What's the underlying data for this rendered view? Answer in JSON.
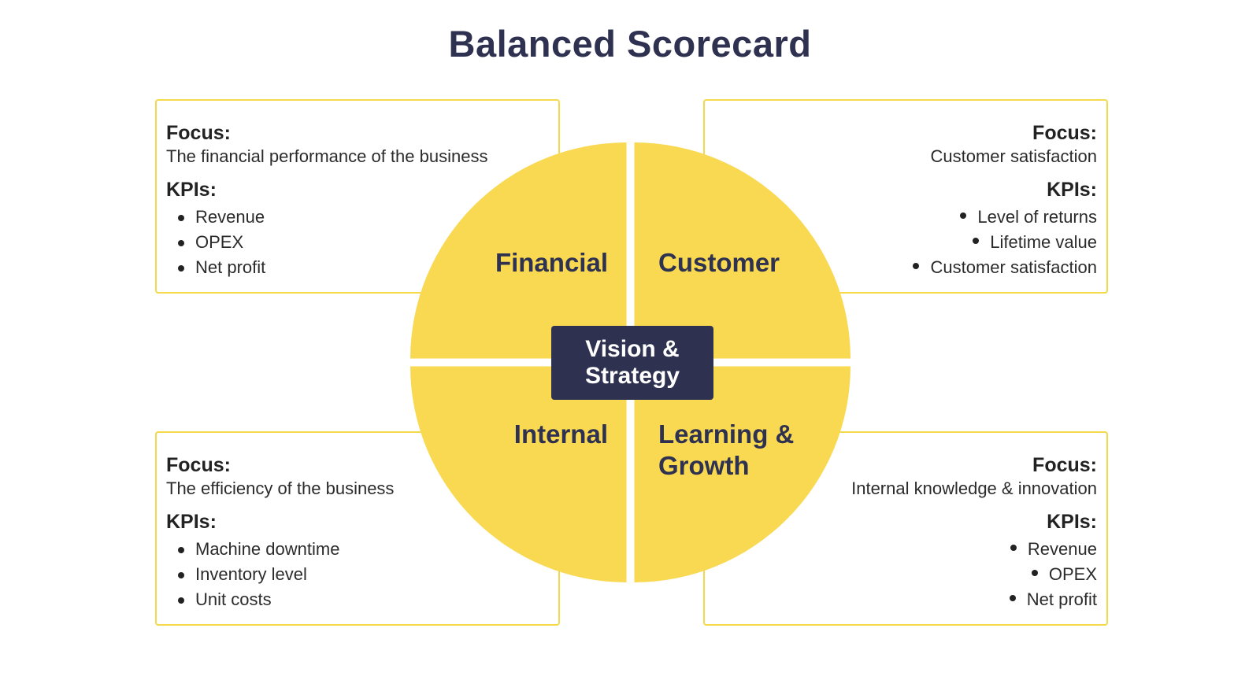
{
  "title": "Balanced Scorecard",
  "colors": {
    "accent": "#f9d952",
    "border": "#f4d94c",
    "navy": "#2e3150"
  },
  "center": {
    "label": "Vision & Strategy"
  },
  "quadrants": {
    "financial": {
      "label": "Financial",
      "focus_heading": "Focus:",
      "focus": "The financial performance of the business",
      "kpis_heading": "KPIs:",
      "kpis": [
        "Revenue",
        "OPEX",
        "Net profit"
      ]
    },
    "customer": {
      "label": "Customer",
      "focus_heading": "Focus:",
      "focus": "Customer satisfaction",
      "kpis_heading": "KPIs:",
      "kpis": [
        "Level of returns",
        "Lifetime value",
        "Customer satisfaction"
      ]
    },
    "internal": {
      "label": "Internal",
      "focus_heading": "Focus:",
      "focus": "The efficiency of the business",
      "kpis_heading": "KPIs:",
      "kpis": [
        "Machine downtime",
        "Inventory level",
        "Unit costs"
      ]
    },
    "learning": {
      "label_line1": "Learning &",
      "label_line2": "Growth",
      "focus_heading": "Focus:",
      "focus": "Internal knowledge & innovation",
      "kpis_heading": "KPIs:",
      "kpis": [
        "Revenue",
        "OPEX",
        "Net profit"
      ]
    }
  }
}
